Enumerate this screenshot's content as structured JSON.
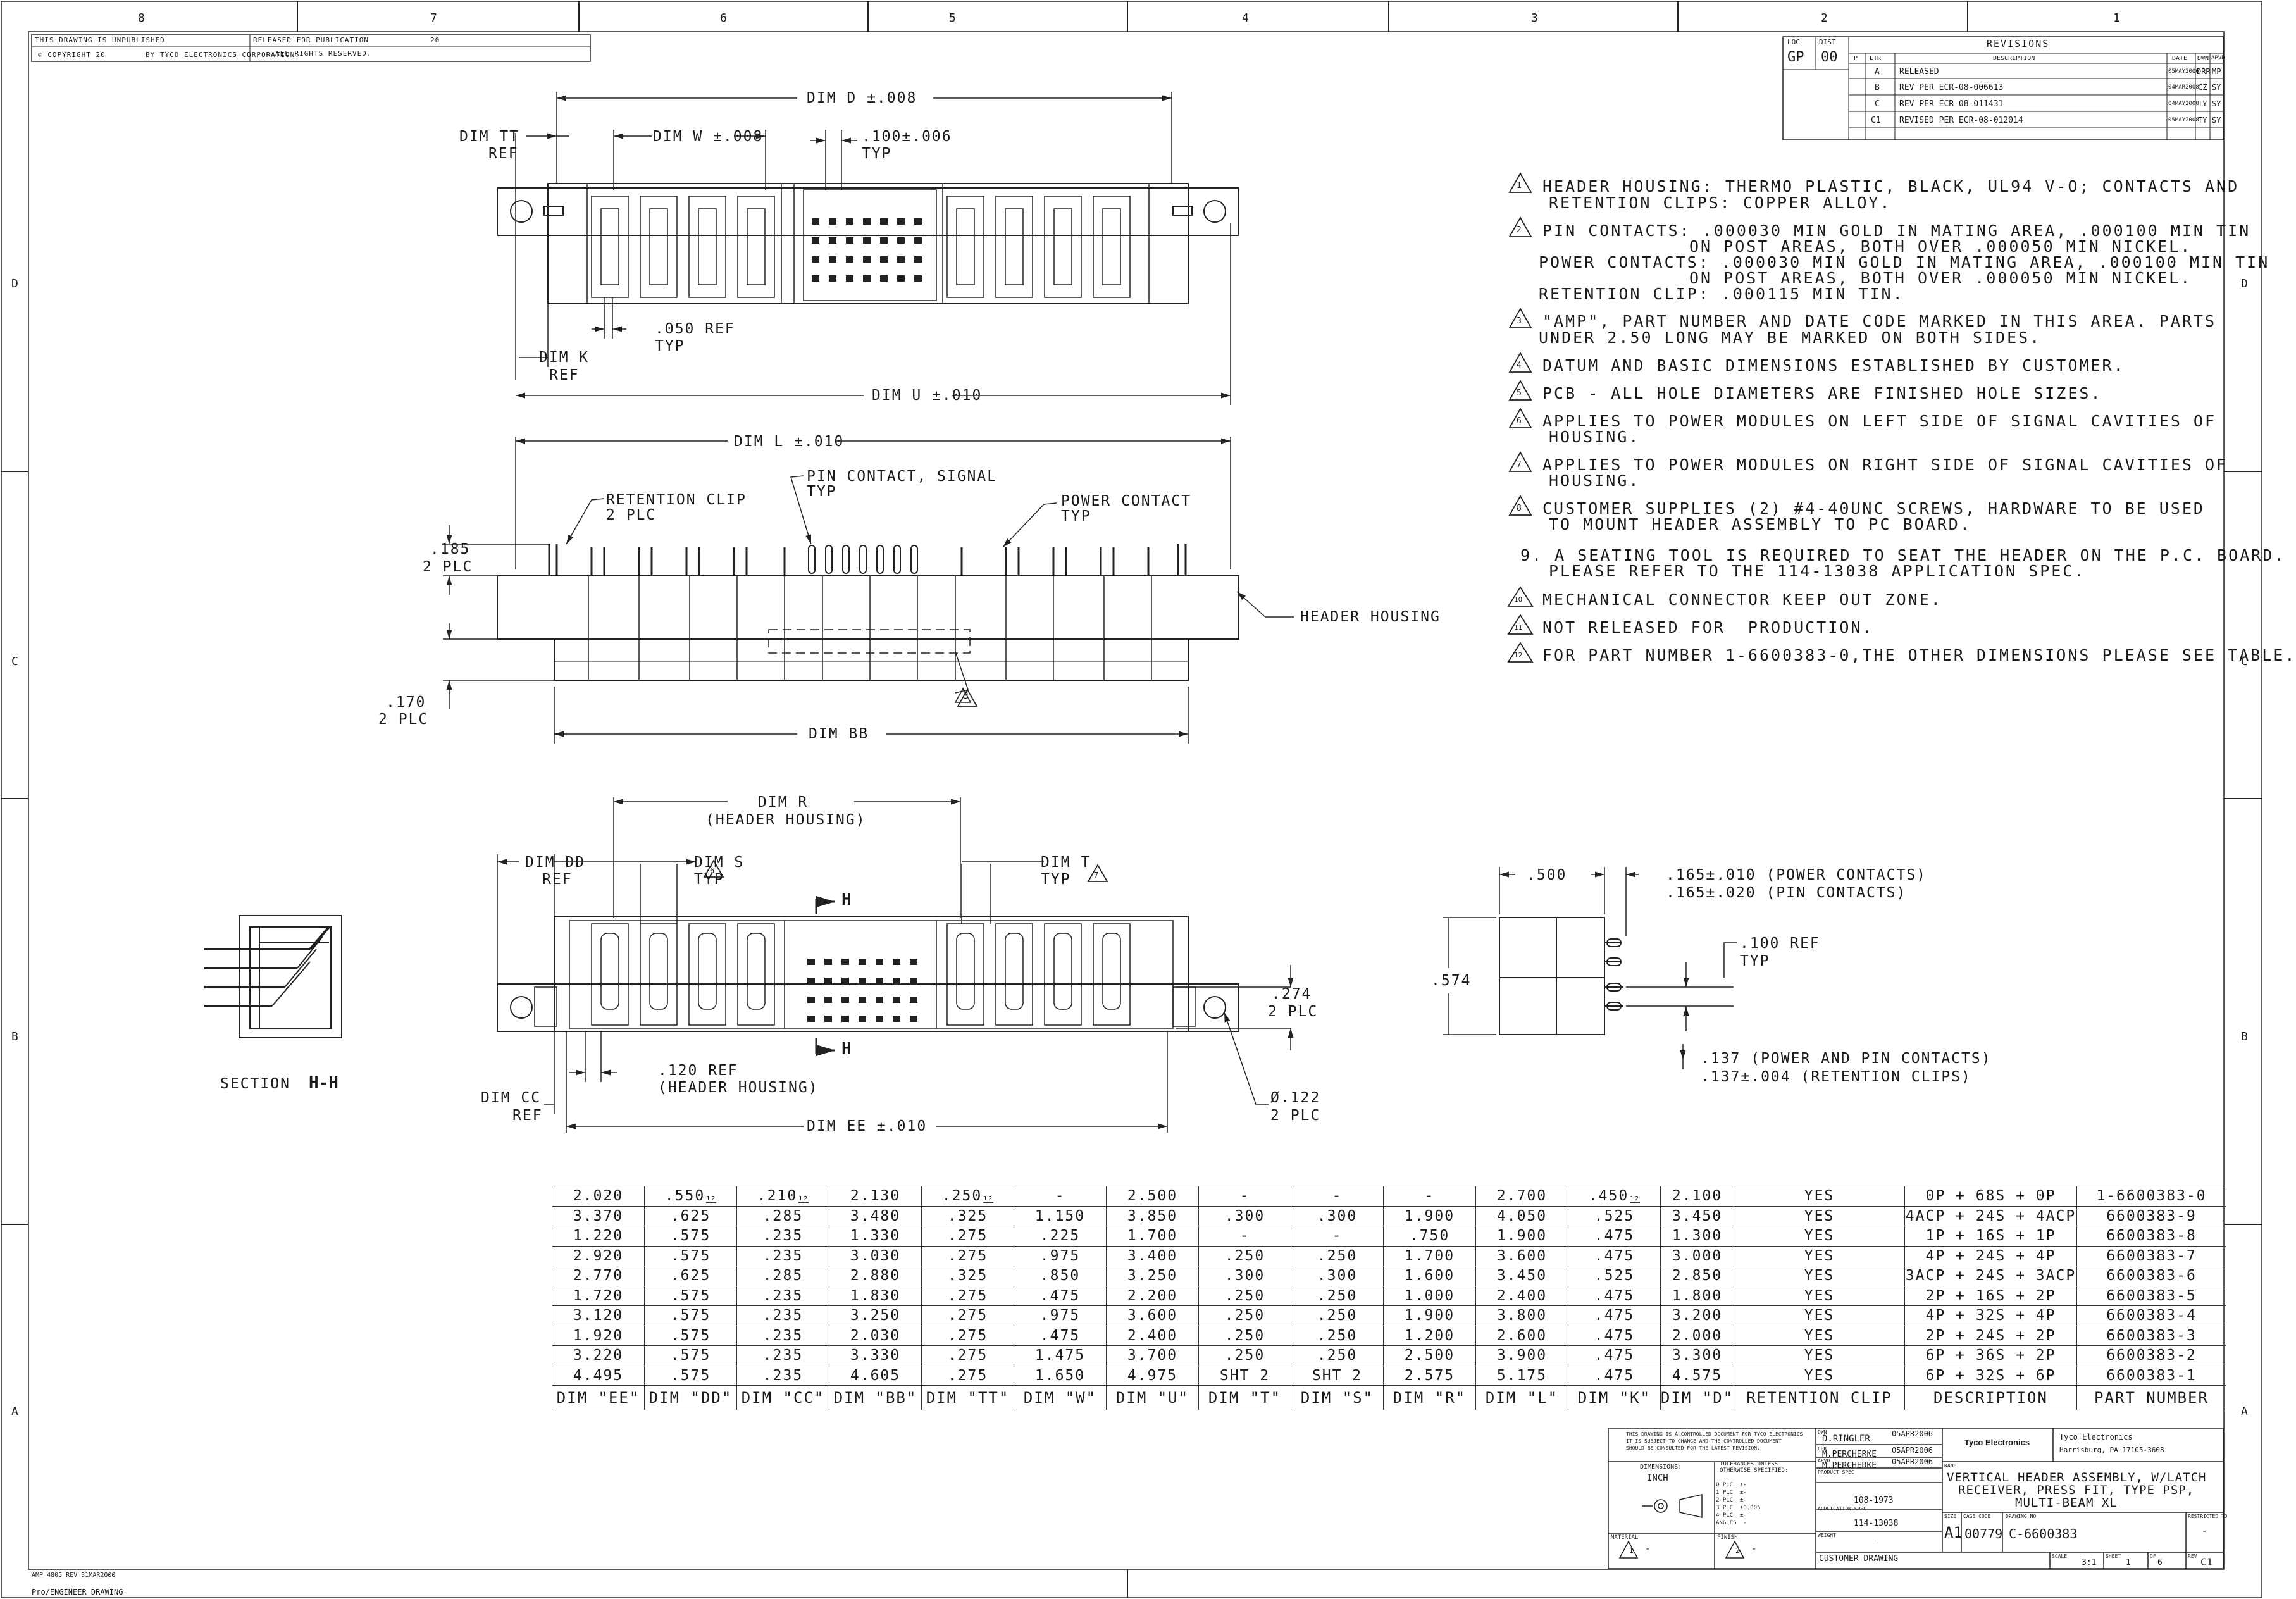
{
  "header": {
    "unpublished": "THIS DRAWING IS UNPUBLISHED",
    "released_for_publication": "RELEASED FOR PUBLICATION",
    "year_a": "20",
    "copyright": "© COPYRIGHT 20",
    "by_tyco": "BY TYCO ELECTRONICS CORPORATION.",
    "all_rights": "ALL RIGHTS RESERVED.",
    "zones_top": [
      "8",
      "7",
      "6",
      "5",
      "4",
      "3",
      "2",
      "1"
    ],
    "zones_side": [
      "D",
      "C",
      "B",
      "A"
    ]
  },
  "revisions": {
    "title": "REVISIONS",
    "loc_label": "LOC",
    "loc_value": "GP",
    "dist_label": "DIST",
    "dist_value": "00",
    "col_p": "P",
    "col_ltr": "LTR",
    "col_desc": "DESCRIPTION",
    "col_date": "DATE",
    "col_dwn": "DWN",
    "col_apvd": "APVD",
    "rows": [
      {
        "ltr": "A",
        "desc": "RELEASED",
        "date": "05MAY2006",
        "dwn": "DRR",
        "apvd": "MP"
      },
      {
        "ltr": "B",
        "desc": "REV PER ECR-08-006613",
        "date": "04MAR2008",
        "dwn": "CZ",
        "apvd": "SY"
      },
      {
        "ltr": "C",
        "desc": "REV PER ECR-08-011431",
        "date": "04MAY2008",
        "dwn": "TY",
        "apvd": "SY"
      },
      {
        "ltr": "C1",
        "desc": "REVISED PER ECR-08-012014",
        "date": "05MAY2008",
        "dwn": "TY",
        "apvd": "SY"
      }
    ]
  },
  "notes": {
    "n1a": "HEADER HOUSING: THERMO PLASTIC, BLACK, UL94 V-O; CONTACTS AND",
    "n1b": "RETENTION CLIPS: COPPER ALLOY.",
    "n2a": "PIN CONTACTS: .000030 MIN GOLD IN MATING AREA, .000100 MIN TIN",
    "n2b": "ON POST AREAS, BOTH OVER .000050 MIN NICKEL.",
    "n2c": "POWER CONTACTS: .000030 MIN GOLD IN MATING AREA, .000100 MIN TIN",
    "n2d": "ON POST AREAS, BOTH OVER .000050 MIN NICKEL.",
    "n2e": "RETENTION CLIP: .000115 MIN TIN.",
    "n3a": "\"AMP\", PART NUMBER AND DATE CODE MARKED IN THIS AREA. PARTS",
    "n3b": "UNDER 2.50 LONG MAY BE MARKED ON BOTH SIDES.",
    "n4": "DATUM AND BASIC DIMENSIONS ESTABLISHED BY CUSTOMER.",
    "n5": "PCB - ALL HOLE DIAMETERS ARE FINISHED HOLE SIZES.",
    "n6a": "APPLIES TO POWER MODULES ON LEFT SIDE OF SIGNAL CAVITIES OF",
    "n6b": "HOUSING.",
    "n7a": "APPLIES TO POWER MODULES ON RIGHT SIDE OF SIGNAL CAVITIES OF",
    "n7b": "HOUSING.",
    "n8a": "CUSTOMER SUPPLIES (2) #4-40UNC SCREWS, HARDWARE TO BE USED",
    "n8b": "TO MOUNT HEADER ASSEMBLY TO PC BOARD.",
    "n9a": "9. A SEATING TOOL IS REQUIRED TO SEAT THE HEADER ON THE P.C. BOARD.",
    "n9b": "PLEASE REFER TO THE 114-13038 APPLICATION SPEC.",
    "n10": "MECHANICAL CONNECTOR KEEP OUT ZONE.",
    "n11": "NOT RELEASED FOR  PRODUCTION.",
    "n12": "FOR PART NUMBER 1-6600383-0,THE OTHER DIMENSIONS PLEASE SEE TABLE.",
    "tri_labels": [
      "1",
      "2",
      "3",
      "4",
      "5",
      "6",
      "7",
      "8",
      "10",
      "11",
      "12"
    ]
  },
  "view_top": {
    "dim_d": "DIM D ±.008",
    "dim_tt": "DIM TT",
    "ref": "REF",
    "dim_w": "DIM W ±.008",
    "pitch": ".100±.006",
    "typ": "TYP",
    "ref050": ".050 REF",
    "typ2": "TYP",
    "dim_k": "DIM K",
    "ref_k": "REF",
    "dim_u": "DIM U ±.010"
  },
  "view_side": {
    "dim_l": "DIM L ±.010",
    "pin_contact": "PIN CONTACT, SIGNAL",
    "typ": "TYP",
    "retention_clip": "RETENTION CLIP",
    "two_plc": "2 PLC",
    "power_contact": "POWER CONTACT",
    "typ2": "TYP",
    "d185": ".185",
    "two_plc2": "2 PLC",
    "header_housing": "HEADER HOUSING",
    "d170": ".170",
    "two_plc3": "2 PLC",
    "note3": "3",
    "dim_bb": "DIM BB"
  },
  "view_bottom": {
    "dim_r": "DIM R",
    "header_housing_paren": "(HEADER HOUSING)",
    "dim_dd": "DIM DD",
    "ref": "REF",
    "dim_s": "DIM S",
    "typ": "TYP",
    "note6": "6",
    "dim_t": "DIM T",
    "typ2": "TYP",
    "note7": "7",
    "h_top": "H",
    "h_bot": "H",
    "d274": ".274",
    "two_plc": "2 PLC",
    "ref120": ".120 REF",
    "header_housing2": "(HEADER HOUSING)",
    "dim_cc": "DIM CC",
    "ref2": "REF",
    "dim_ee": "DIM EE ±.010",
    "dia122": "Ø.122",
    "two_plc2": "2 PLC",
    "section": "SECTION",
    "section_id": "H-H"
  },
  "view_end": {
    "d500": ".500",
    "d165a": ".165±.010 (POWER CONTACTS)",
    "d165b": ".165±.020 (PIN CONTACTS)",
    "ref100": ".100 REF",
    "typ": "TYP",
    "d574": ".574",
    "d137a": ".137 (POWER AND PIN CONTACTS)",
    "d137b": ".137±.004 (RETENTION CLIPS)"
  },
  "dim_table": {
    "headers": [
      "DIM \"EE\"",
      "DIM \"DD\"",
      "DIM \"CC\"",
      "DIM \"BB\"",
      "DIM \"TT\"",
      "DIM \"W\"",
      "DIM \"U\"",
      "DIM \"T\"",
      "DIM \"S\"",
      "DIM \"R\"",
      "DIM \"L\"",
      "DIM \"K\"",
      "DIM \"D\"",
      "RETENTION CLIP",
      "DESCRIPTION",
      "PART NUMBER"
    ],
    "rows": [
      [
        "2.020",
        ".550",
        ".210",
        "2.130",
        ".250",
        "-",
        "2.500",
        "-",
        "-",
        "-",
        "2.700",
        ".450",
        "2.100",
        "YES",
        "0P + 68S + 0P",
        "1-6600383-0"
      ],
      [
        "3.370",
        ".625",
        ".285",
        "3.480",
        ".325",
        "1.150",
        "3.850",
        ".300",
        ".300",
        "1.900",
        "4.050",
        ".525",
        "3.450",
        "YES",
        "4ACP + 24S + 4ACP",
        "6600383-9"
      ],
      [
        "1.220",
        ".575",
        ".235",
        "1.330",
        ".275",
        ".225",
        "1.700",
        "-",
        "-",
        ".750",
        "1.900",
        ".475",
        "1.300",
        "YES",
        "1P + 16S + 1P",
        "6600383-8"
      ],
      [
        "2.920",
        ".575",
        ".235",
        "3.030",
        ".275",
        ".975",
        "3.400",
        ".250",
        ".250",
        "1.700",
        "3.600",
        ".475",
        "3.000",
        "YES",
        "4P + 24S + 4P",
        "6600383-7"
      ],
      [
        "2.770",
        ".625",
        ".285",
        "2.880",
        ".325",
        ".850",
        "3.250",
        ".300",
        ".300",
        "1.600",
        "3.450",
        ".525",
        "2.850",
        "YES",
        "3ACP + 24S + 3ACP",
        "6600383-6"
      ],
      [
        "1.720",
        ".575",
        ".235",
        "1.830",
        ".275",
        ".475",
        "2.200",
        ".250",
        ".250",
        "1.000",
        "2.400",
        ".475",
        "1.800",
        "YES",
        "2P + 16S + 2P",
        "6600383-5"
      ],
      [
        "3.120",
        ".575",
        ".235",
        "3.250",
        ".275",
        ".975",
        "3.600",
        ".250",
        ".250",
        "1.900",
        "3.800",
        ".475",
        "3.200",
        "YES",
        "4P + 32S + 4P",
        "6600383-4"
      ],
      [
        "1.920",
        ".575",
        ".235",
        "2.030",
        ".275",
        ".475",
        "2.400",
        ".250",
        ".250",
        "1.200",
        "2.600",
        ".475",
        "2.000",
        "YES",
        "2P + 24S + 2P",
        "6600383-3"
      ],
      [
        "3.220",
        ".575",
        ".235",
        "3.330",
        ".275",
        "1.475",
        "3.700",
        ".250",
        ".250",
        "2.500",
        "3.900",
        ".475",
        "3.300",
        "YES",
        "6P + 36S + 2P",
        "6600383-2"
      ],
      [
        "4.495",
        ".575",
        ".235",
        "4.605",
        ".275",
        "1.650",
        "4.975",
        "SHT 2",
        "SHT 2",
        "2.575",
        "5.175",
        ".475",
        "4.575",
        "YES",
        "6P + 32S + 6P",
        "6600383-1"
      ]
    ],
    "flag": "12"
  },
  "title_block": {
    "legal1": "THIS DRAWING IS A CONTROLLED DOCUMENT FOR TYCO ELECTRONICS",
    "legal2": "IT IS SUBJECT TO CHANGE AND THE CONTROLLED DOCUMENT",
    "legal3": "SHOULD BE CONSULTED FOR THE LATEST REVISION.",
    "dimensions_label": "DIMENSIONS:",
    "dimensions_value": "INCH",
    "tolerances": "TOLERANCES UNLESS OTHERWISE SPECIFIED:",
    "tol_lines": [
      "0 PLC  ±-",
      "1 PLC  ±-",
      "2 PLC  ±-",
      "3 PLC  ±0.005",
      "4 PLC  ±-",
      "ANGLES  -"
    ],
    "dwn_label": "DWN",
    "dwn_name": "D.RINGLER",
    "dwn_date": "05APR2006",
    "chk_label": "CHK",
    "chk_name": "M.PERCHERKE",
    "chk_date": "05APR2006",
    "apvd_label": "APVD",
    "apvd_name": "M.PERCHERKE",
    "apvd_date": "05APR2006",
    "product_spec_label": "PRODUCT SPEC",
    "product_spec": "108-1973",
    "app_spec_label": "APPLICATION SPEC",
    "app_spec": "114-13038",
    "weight_label": "WEIGHT",
    "weight": "-",
    "material_label": "MATERIAL",
    "material": "-",
    "finish_label": "FINISH",
    "finish": "-",
    "company": "Tyco Electronics",
    "company_line1": "Tyco Electronics",
    "company_line2": "Harrisburg, PA 17105-3608",
    "name_label": "NAME",
    "name1": "VERTICAL HEADER ASSEMBLY, W/LATCH",
    "name2": "RECEIVER, PRESS FIT, TYPE PSP,",
    "name3": "MULTI-BEAM XL",
    "size_label": "SIZE",
    "size": "A1",
    "cage_label": "CAGE CODE",
    "cage": "00779",
    "dwg_label": "DRAWING NO",
    "dwg": "C-6600383",
    "restricted_label": "RESTRICTED TO",
    "restricted": "-",
    "customer_drawing": "CUSTOMER DRAWING",
    "scale_label": "SCALE",
    "scale": "3:1",
    "sheet_label": "SHEET",
    "sheet": "1",
    "of_label": "OF",
    "of": "6",
    "rev_label": "REV",
    "rev": "C1",
    "mat_note": "1",
    "fin_note": "2"
  },
  "footer": {
    "amp": "AMP 4805 REV 31MAR2000",
    "pro": "Pro/ENGINEER DRAWING"
  }
}
